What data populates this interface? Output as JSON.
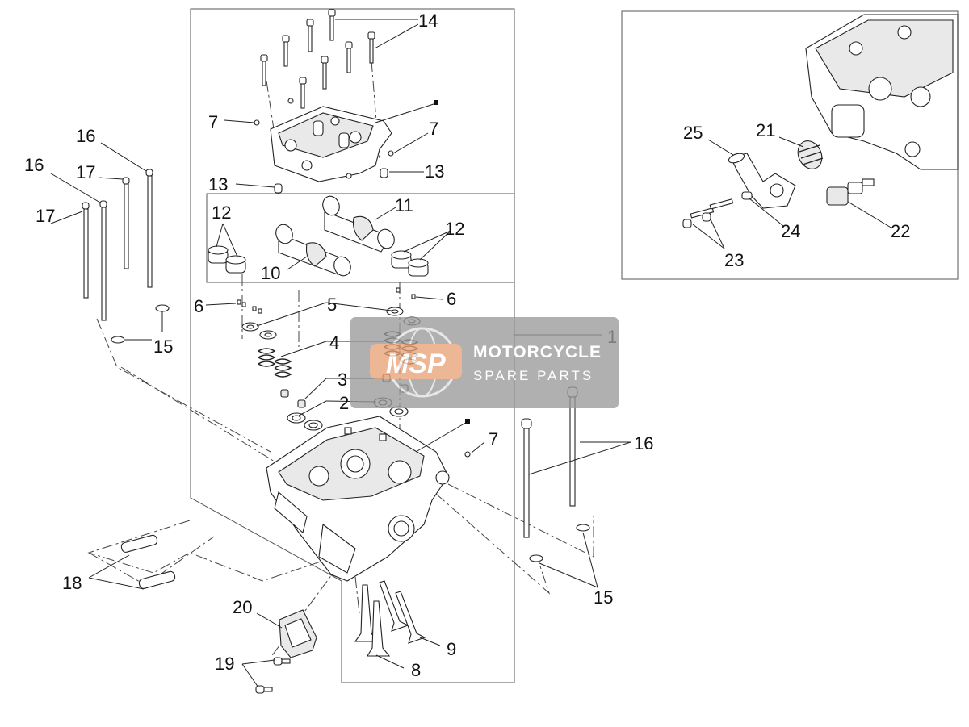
{
  "diagram": {
    "callouts": [
      {
        "id": "c14",
        "text": "14"
      },
      {
        "id": "c7a",
        "text": "7"
      },
      {
        "id": "c7b",
        "text": "7"
      },
      {
        "id": "c13a",
        "text": "13"
      },
      {
        "id": "c13b",
        "text": "13"
      },
      {
        "id": "c16a",
        "text": "16"
      },
      {
        "id": "c16b",
        "text": "16"
      },
      {
        "id": "c17a",
        "text": "17"
      },
      {
        "id": "c17b",
        "text": "17"
      },
      {
        "id": "c12a",
        "text": "12"
      },
      {
        "id": "c12b",
        "text": "12"
      },
      {
        "id": "c11",
        "text": "11"
      },
      {
        "id": "c10",
        "text": "10"
      },
      {
        "id": "c6a",
        "text": "6"
      },
      {
        "id": "c6b",
        "text": "6"
      },
      {
        "id": "c5",
        "text": "5"
      },
      {
        "id": "c4",
        "text": "4"
      },
      {
        "id": "c3",
        "text": "3"
      },
      {
        "id": "c2",
        "text": "2"
      },
      {
        "id": "c1",
        "text": "1"
      },
      {
        "id": "c15a",
        "text": "15"
      },
      {
        "id": "c15b",
        "text": "15"
      },
      {
        "id": "c7c",
        "text": "7"
      },
      {
        "id": "c16c",
        "text": "16"
      },
      {
        "id": "c18",
        "text": "18"
      },
      {
        "id": "c20",
        "text": "20"
      },
      {
        "id": "c19",
        "text": "19"
      },
      {
        "id": "c8",
        "text": "8"
      },
      {
        "id": "c9",
        "text": "9"
      },
      {
        "id": "c25",
        "text": "25"
      },
      {
        "id": "c21",
        "text": "21"
      },
      {
        "id": "c24",
        "text": "24"
      },
      {
        "id": "c22",
        "text": "22"
      },
      {
        "id": "c23",
        "text": "23"
      }
    ]
  },
  "watermark": {
    "logo_text": "MSP",
    "title": "MOTORCYCLE",
    "subtitle": "SPARE PARTS",
    "panel_color": "#9a9a9a",
    "accent_color": "#e8a278"
  }
}
